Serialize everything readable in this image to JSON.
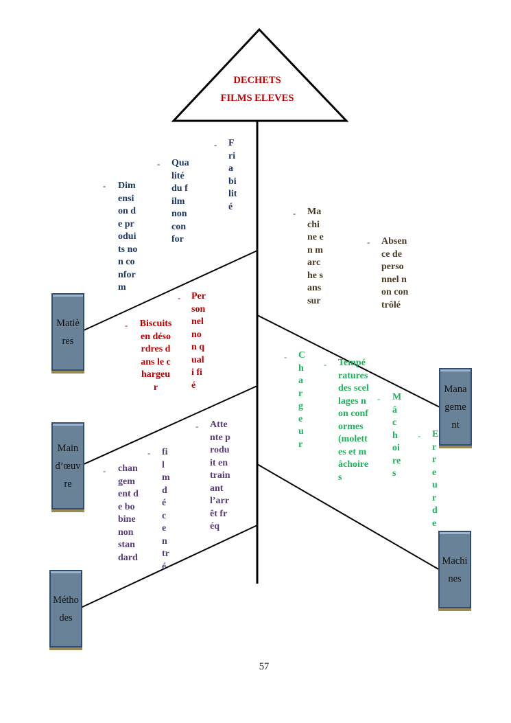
{
  "effect": {
    "line1": "DECHETS",
    "line2": "FILMS ELEVES"
  },
  "categories": {
    "matieres": "Matières",
    "main_oeuvre": "Main d’œuvre",
    "methodes": "Méthodes",
    "management": "Management",
    "machines": "Machines"
  },
  "causes": {
    "friabilite": "Friabilité",
    "qualite_film": "Qualité du film non con for",
    "dimension": "Dimension de produits non conform",
    "personnel_non_qualifie": "Personnel non quali fié",
    "biscuits_desordres": "Biscuits en désordres dans le chargeur",
    "machine_marche": "Machine en marche sans sur",
    "absence_personnel": "Absence de personnel non contrôlé",
    "chargeur": "Chargeur",
    "temperatures": "Températures des scellages non conformes (molettes et mâchoires",
    "machoires": "Mâchoires",
    "erreur": "Erreur de",
    "attente": "Attente produit entrainant l’arrêt fréq",
    "film_decentre": "film décentré",
    "changement_bobine": "changement de bobine non standard"
  },
  "page_number": "57"
}
